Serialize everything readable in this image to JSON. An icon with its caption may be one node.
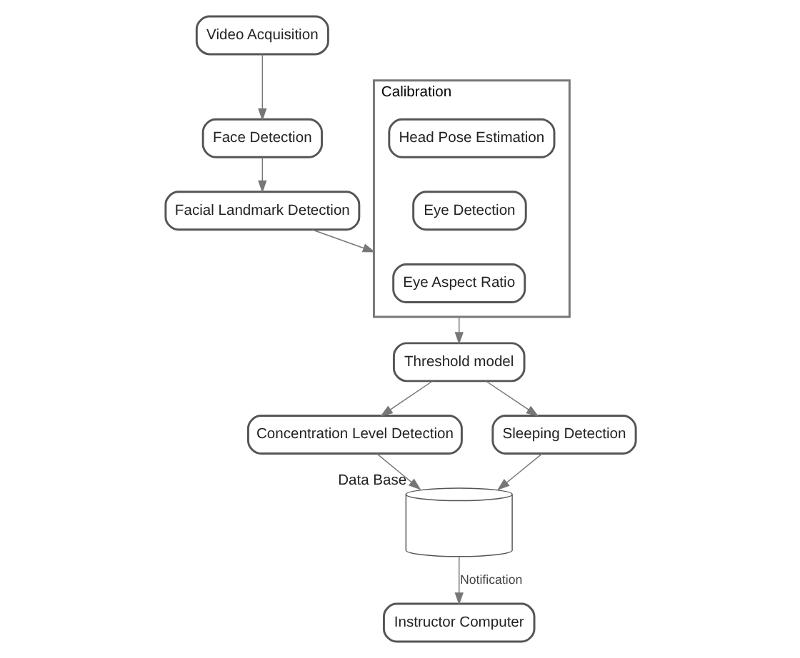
{
  "diagram": {
    "nodes": [
      {
        "text": [
          "Video Acquisition"
        ]
      },
      {
        "text": [
          "Face Detection"
        ]
      },
      {
        "text": [
          "Facial Landmark Detection"
        ]
      },
      {
        "text": [
          "Calibration"
        ]
      },
      {
        "text": [
          "Head Pose Estimation"
        ],
        "in": 3
      },
      {
        "text": [
          "Eye Detection"
        ],
        "in": 3
      },
      {
        "text": [
          "Eye Aspect Ratio"
        ],
        "in": 3
      },
      {
        "text": [
          "Threshold model"
        ]
      },
      {
        "text": [
          "Concentration Level Detection"
        ]
      },
      {
        "text": [
          "Sleeping Detection"
        ]
      },
      {
        "text": [],
        "shape": "cylinder",
        "beside": [
          "Data Base"
        ]
      },
      {
        "text": [
          "Instructor Computer"
        ]
      }
    ],
    "edges": [
      {
        "from": 0,
        "to": 1,
        "arrow": "to"
      },
      {
        "from": 1,
        "to": 2,
        "arrow": "to"
      },
      {
        "from": 2,
        "to": 3,
        "arrow": "to"
      },
      {
        "from": 3,
        "to": 7,
        "arrow": "to"
      },
      {
        "from": 7,
        "to": 8,
        "arrow": "to"
      },
      {
        "from": 7,
        "to": 9,
        "arrow": "to"
      },
      {
        "from": 8,
        "to": 10,
        "arrow": "to"
      },
      {
        "from": 9,
        "to": 10,
        "arrow": "to"
      },
      {
        "from": 10,
        "to": 11,
        "label": "Notification",
        "arrow": "to"
      }
    ]
  }
}
